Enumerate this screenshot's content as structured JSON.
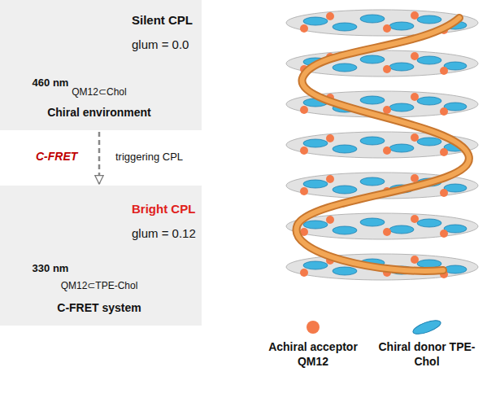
{
  "diagram": {
    "nodes": [
      {
        "text": [
          "Silent CPL",
          "glum = 0.0",
          "460 nm",
          "QM12⊂Chol",
          "Chiral environment"
        ]
      },
      {
        "text": [
          "Bright CPL",
          "glum = 0.12",
          "330 nm",
          "QM12⊂TPE-Chol",
          "C-FRET system"
        ]
      }
    ],
    "edges": [
      {
        "from": 0,
        "to": 1,
        "arrow": "to",
        "label": "C-FRET"
      }
    ],
    "labels": [
      "triggering CPL"
    ],
    "legend": [
      {
        "text": "Achiral acceptor QM12"
      },
      {
        "text": "Chiral donor TPE-Chol"
      }
    ]
  }
}
